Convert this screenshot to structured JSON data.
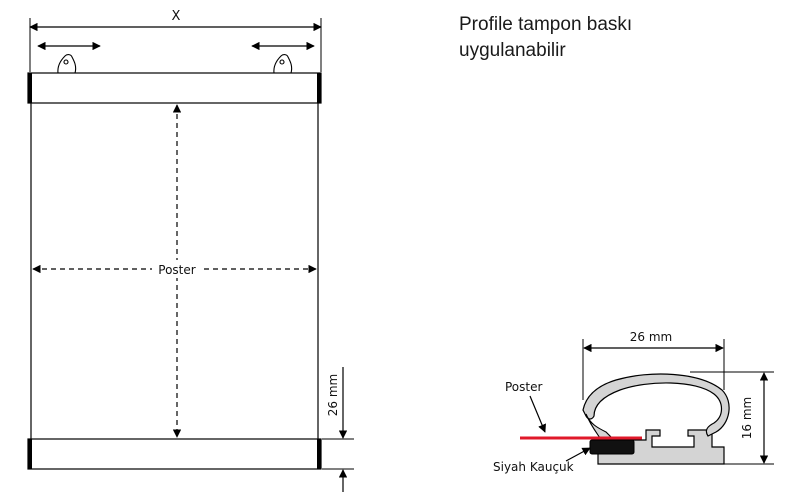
{
  "note": {
    "line1": "Profile tampon baskı",
    "line2": "uygulanabilir"
  },
  "poster_diagram": {
    "width_label": "X",
    "poster_label": "Poster",
    "rail_height_label": "26 mm"
  },
  "profile_section": {
    "width_label": "26 mm",
    "height_label": "16 mm",
    "poster_label": "Poster",
    "rubber_label": "Siyah Kauçuk"
  },
  "colors": {
    "poster_line": "#e0182a",
    "profile_fill": "#d4d4d4",
    "rubber_fill": "#111111",
    "stroke": "#000000"
  }
}
